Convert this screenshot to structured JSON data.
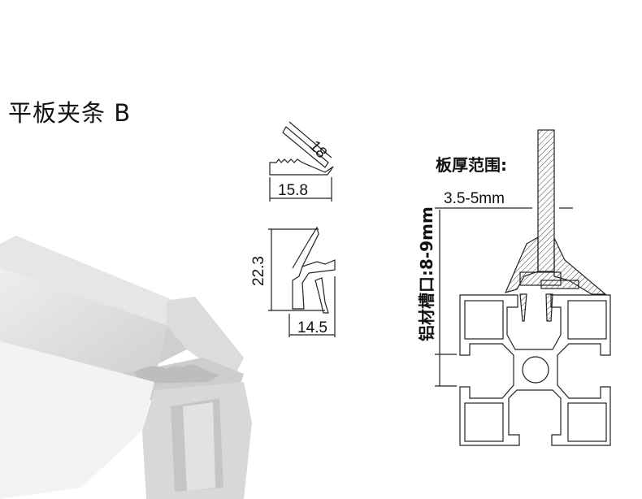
{
  "title": "平板夹条 B",
  "dimensions": {
    "top_width": "15.8",
    "top_diagonal": "18",
    "bottom_height": "22.3",
    "bottom_width": "14.5"
  },
  "section": {
    "plate_label": "板厚范围:",
    "plate_range": "3.5-5mm",
    "slot_label": "铝材槽口:8-9mm"
  },
  "colors": {
    "line": "#222222",
    "strip": "#d9d9d9"
  }
}
